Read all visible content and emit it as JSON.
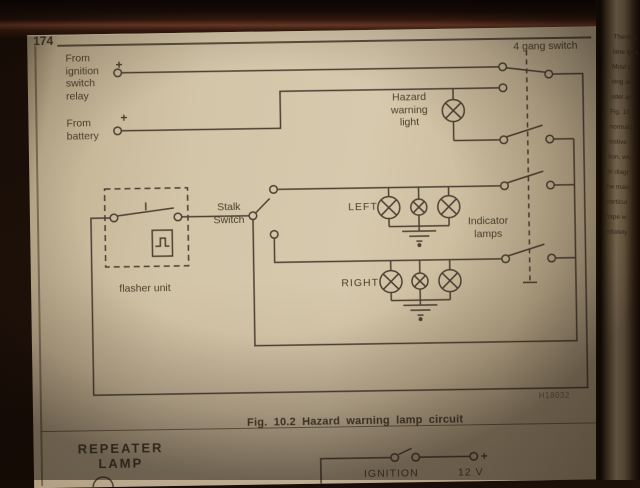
{
  "book": {
    "page_number": "174",
    "figure": {
      "caption": "Fig. 10.2 Hazard warning lamp circuit",
      "ref_code": "H18032",
      "labels": {
        "ignition_feed": "From ignition switch relay",
        "ignition_plus": "+",
        "battery_feed": "From battery",
        "battery_plus": "+",
        "gang_switch": "4 gang switch",
        "hazard_light": "Hazard warning light",
        "stalk_switch": "Stalk Switch",
        "left": "LEFT",
        "right": "RIGHT",
        "indicator_lamps": "Indicator lamps",
        "flasher_unit": "flasher unit"
      }
    },
    "next_figure": {
      "repeater_lamp": "REPEATER LAMP",
      "ignition": "IGNITION",
      "voltage": "12 V",
      "plus": "+"
    },
    "adjacent_page_text": "Thermal\nlane type\nMost c\nving alm\nodel and\nFig. 10\nnormally\nsistive\ntion, wh\nel diagr\nhe main\nparticul\nhape w\nediately"
  },
  "colors": {
    "ink": "#4a4034",
    "page": "#d3c5a8",
    "background": "#160c06"
  }
}
